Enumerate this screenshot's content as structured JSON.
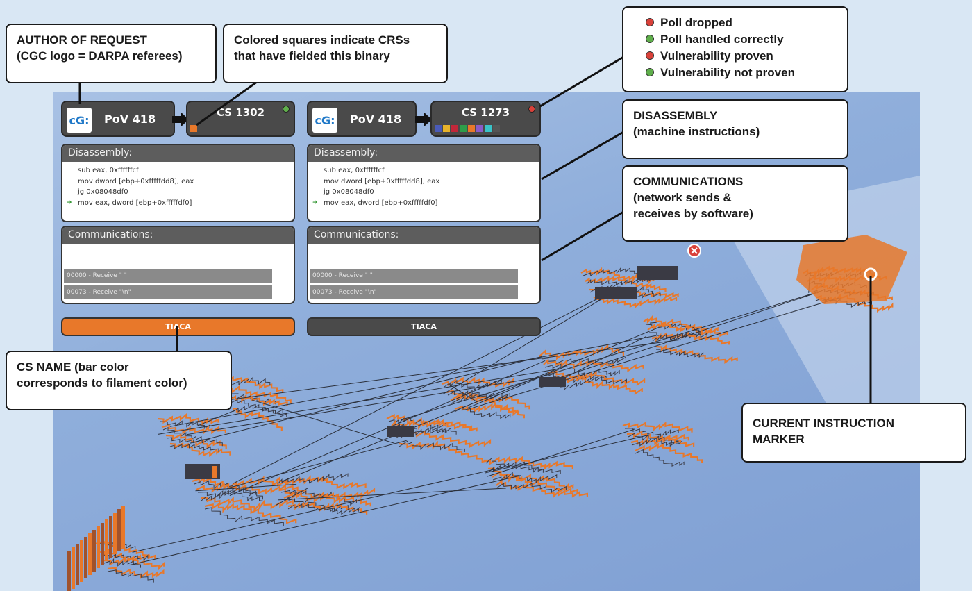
{
  "callouts": {
    "author": [
      "AUTHOR OF REQUEST",
      "(CGC logo = DARPA referees)"
    ],
    "colored": [
      "Colored squares indicate CRSs",
      "that have fielded this binary"
    ],
    "disassembly": [
      "DISASSEMBLY",
      "(machine instructions)"
    ],
    "communications": [
      "COMMUNICATIONS",
      "(network sends &",
      "receives by software)"
    ],
    "csname": [
      "CS NAME (bar color",
      "corresponds to filament color)"
    ],
    "marker": [
      "CURRENT INSTRUCTION",
      "MARKER"
    ]
  },
  "legend": [
    {
      "label": "Poll dropped",
      "color": "#d9413a"
    },
    {
      "label": "Poll handled correctly",
      "color": "#5fae4b"
    },
    {
      "label": "Vulnerability proven",
      "color": "#d9413a"
    },
    {
      "label": "Vulnerability not proven",
      "color": "#5fae4b"
    }
  ],
  "panels": [
    {
      "logo_text": "cG:",
      "pov": "PoV 418",
      "cs": "CS 1302",
      "status_color": "#5fae4b",
      "squares": [
        "#e8782a"
      ],
      "disassembly_title": "Disassembly:",
      "disassembly": [
        "sub eax, 0xffffffcf",
        "mov dword [ebp+0xfffffdd8], eax",
        "jg 0x08048df0",
        "mov eax, dword [ebp+0xfffffdf0]"
      ],
      "communications_title": "Communications:",
      "communications": [
        "00000 - Receive \" \"",
        "00073 - Receive \"\\n\""
      ],
      "name": "TIACA",
      "name_color": "#e8782a"
    },
    {
      "logo_text": "cG:",
      "pov": "PoV 418",
      "cs": "CS 1273",
      "status_color": "#d9413a",
      "squares": [
        "#4a5bb8",
        "#e8b32a",
        "#c2273a",
        "#2e9e4a",
        "#e8782a",
        "#8a5bc8",
        "#39c3c8",
        "#555555"
      ],
      "disassembly_title": "Disassembly:",
      "disassembly": [
        "sub eax, 0xffffffcf",
        "mov dword [ebp+0xfffffdd8], eax",
        "jg 0x08048df0",
        "mov eax, dword [ebp+0xfffffdf0]"
      ],
      "communications_title": "Communications:",
      "communications": [
        "00000 - Receive \" \"",
        "00073 - Receive \"\\n\""
      ],
      "name": "TIACA",
      "name_color": "#4a4a4a"
    }
  ],
  "colors": {
    "filament": "#e8782a",
    "filament_dark": "#3a3a44",
    "error": "#d9413a"
  }
}
